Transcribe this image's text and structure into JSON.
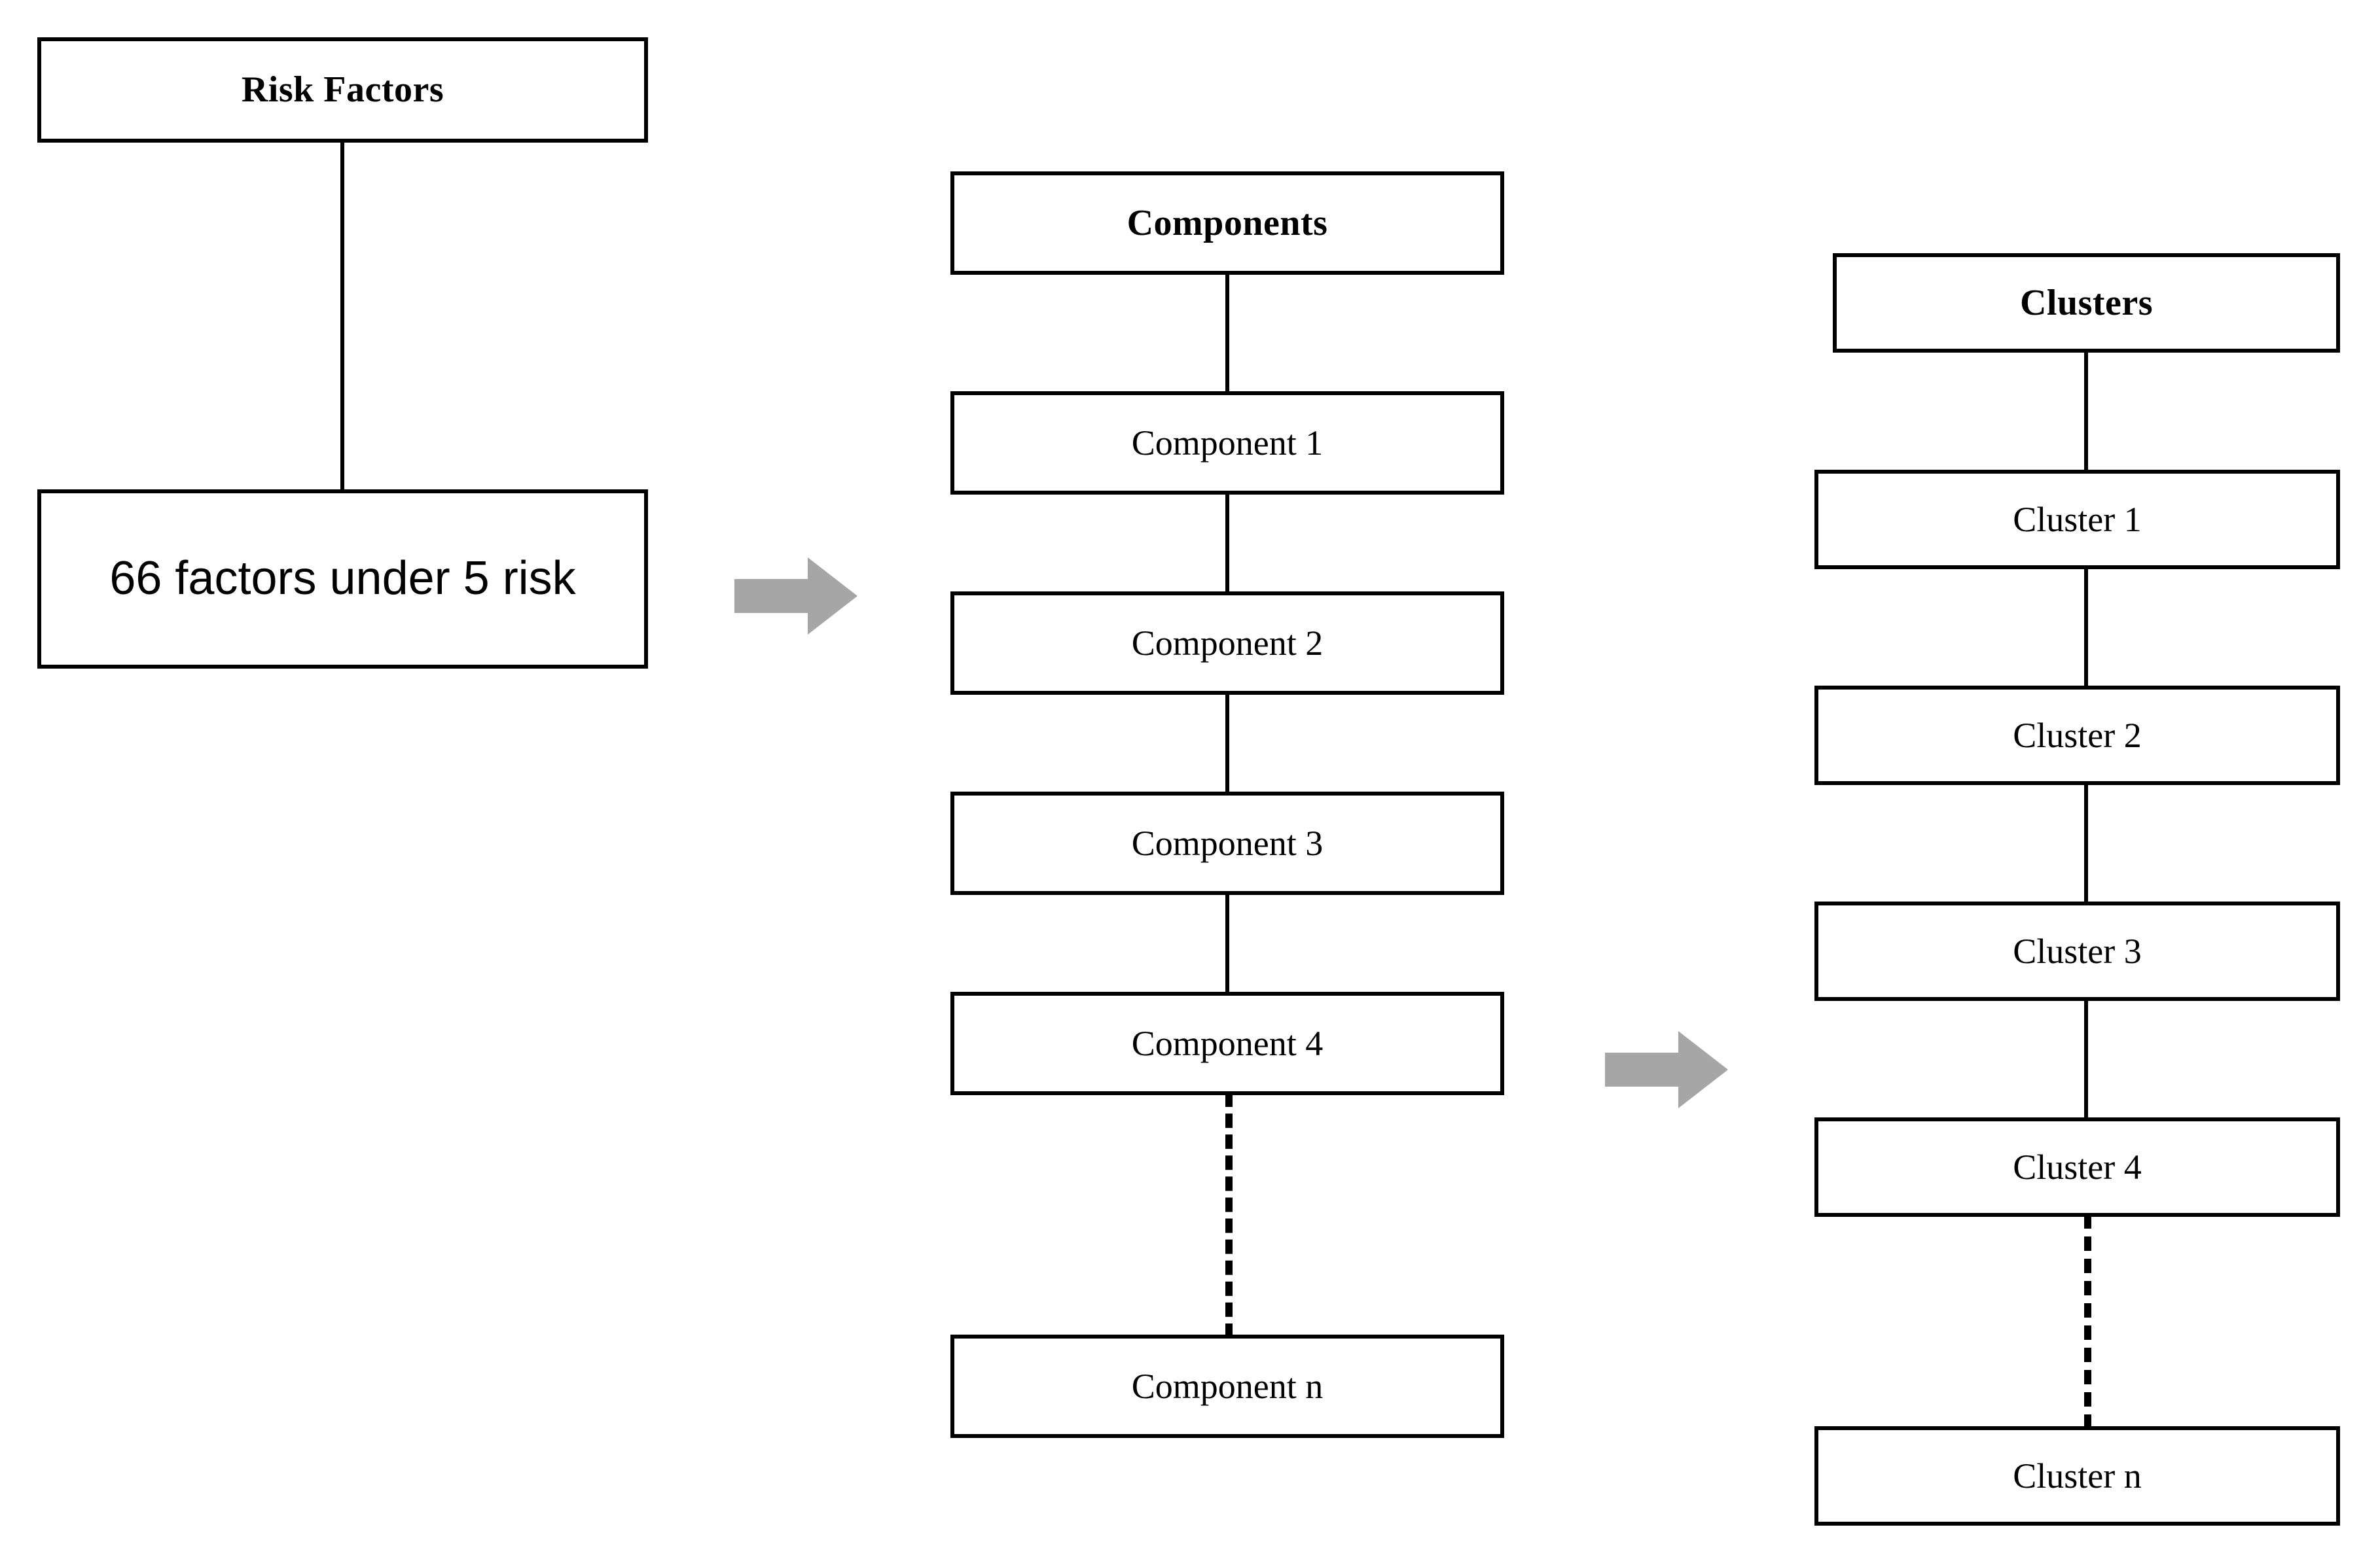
{
  "diagram": {
    "title": "Risk factors to components to clusters flow",
    "background_color": "#ffffff",
    "line_color": "#000000",
    "arrow_color": "#a6a6a6"
  },
  "columns": [
    {
      "id": "risk-factors",
      "header": "Risk Factors",
      "items": [
        "66 factors under 5 risk"
      ]
    },
    {
      "id": "components",
      "header": "Components",
      "items": [
        "Component 1",
        "Component 2",
        "Component 3",
        "Component 4",
        "Component n"
      ]
    },
    {
      "id": "clusters",
      "header": "Clusters",
      "items": [
        "Cluster 1",
        "Cluster 2",
        "Cluster 3",
        "Cluster 4",
        "Cluster n"
      ]
    }
  ],
  "arrows": [
    {
      "id": "arrow-risk-to-components",
      "direction": "right"
    },
    {
      "id": "arrow-components-to-clusters",
      "direction": "right"
    }
  ]
}
